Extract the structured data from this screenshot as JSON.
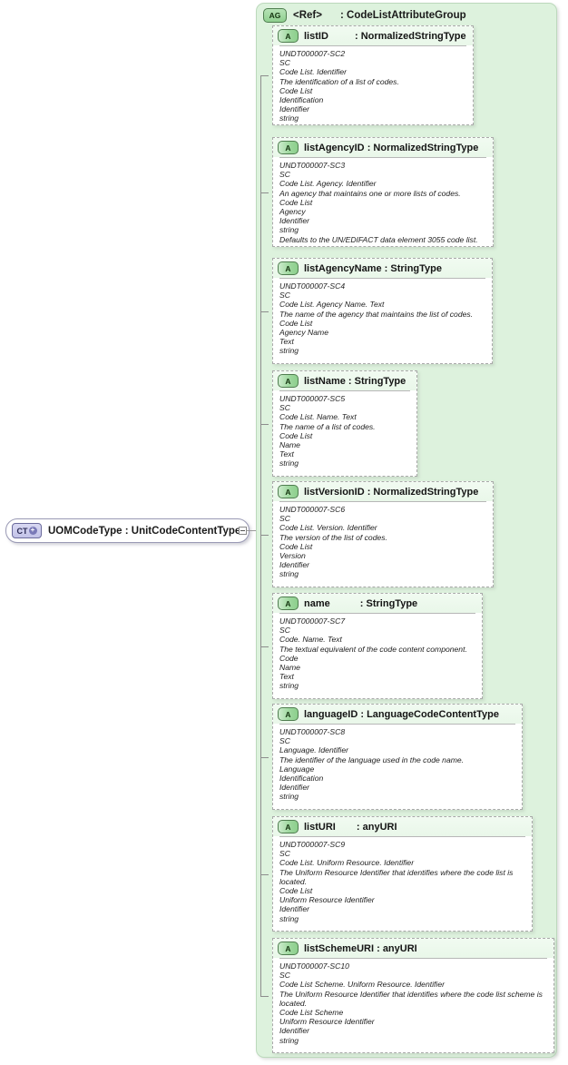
{
  "diagram": {
    "root": {
      "icon": "complex-type-icon",
      "icon_label": "CT",
      "expander": "+",
      "label": "UOMCodeType : UnitCodeContentType"
    },
    "group": {
      "icon": "attribute-group-icon",
      "icon_label": "AG",
      "ref": "<Ref>",
      "separator": ":",
      "type": "CodeListAttributeGroup"
    },
    "attributes": [
      {
        "icon_label": "A",
        "name": "listID",
        "type": "NormalizedStringType",
        "name_pad": 26,
        "lines": [
          "UNDT000007-SC2",
          "SC",
          "Code List. Identifier",
          "The identification of a list of codes.",
          "Code List",
          "Identification",
          "Identifier",
          "string"
        ]
      },
      {
        "icon_label": "A",
        "name": "listAgencyID",
        "type": "NormalizedStringType",
        "name_pad": 0,
        "lines": [
          "UNDT000007-SC3",
          "SC",
          "Code List. Agency. Identifier",
          "An agency that maintains one or more lists of codes.",
          "Code List",
          "Agency",
          "Identifier",
          "string",
          "Defaults to the UN/EDIFACT data element 3055 code list."
        ]
      },
      {
        "icon_label": "A",
        "name": "listAgencyName",
        "type": "StringType",
        "name_pad": 0,
        "lines": [
          "UNDT000007-SC4",
          "SC",
          "Code List. Agency Name. Text",
          "The name of the agency that maintains the list of codes.",
          "Code List",
          "Agency Name",
          "Text",
          "string"
        ]
      },
      {
        "icon_label": "A",
        "name": "listName",
        "type": "StringType",
        "name_pad": 0,
        "lines": [
          "UNDT000007-SC5",
          "SC",
          "Code List. Name. Text",
          "The name of a list of codes.",
          "Code List",
          "Name",
          "Text",
          "string"
        ]
      },
      {
        "icon_label": "A",
        "name": "listVersionID",
        "type": "NormalizedStringType",
        "name_pad": 0,
        "lines": [
          "UNDT000007-SC6",
          "SC",
          "Code List. Version. Identifier",
          "The version of the list of codes.",
          "Code List",
          "Version",
          "Identifier",
          "string"
        ]
      },
      {
        "icon_label": "A",
        "name": "name",
        "type": "StringType",
        "name_pad": 30,
        "lines": [
          "UNDT000007-SC7",
          "SC",
          "Code. Name. Text",
          "The textual equivalent of the code content component.",
          "Code",
          "Name",
          "Text",
          "string"
        ]
      },
      {
        "icon_label": "A",
        "name": "languageID",
        "type": "LanguageCodeContentType",
        "name_pad": 0,
        "lines": [
          "UNDT000007-SC8",
          "SC",
          "Language. Identifier",
          "The identifier of the language used in the code name.",
          "Language",
          "Identification",
          "Identifier",
          "string"
        ]
      },
      {
        "icon_label": "A",
        "name": "listURI",
        "type": "anyURI",
        "name_pad": 20,
        "lines": [
          "UNDT000007-SC9",
          "SC",
          "Code List. Uniform Resource. Identifier",
          "The Uniform Resource Identifier that identifies where the code list is located.",
          "Code List",
          "Uniform Resource Identifier",
          "Identifier",
          "string"
        ]
      },
      {
        "icon_label": "A",
        "name": "listSchemeURI",
        "type": "anyURI",
        "name_pad": 0,
        "lines": [
          "UNDT000007-SC10",
          "SC",
          "Code List Scheme. Uniform Resource. Identifier",
          "The Uniform Resource Identifier that identifies where the code list scheme is located.",
          "Code List Scheme",
          "Uniform Resource Identifier",
          "Identifier",
          "string"
        ]
      }
    ],
    "colors": {
      "group_fill": "#ddf2dd",
      "group_border": "#bcd9bc",
      "box_fill": "#ffffff",
      "box_border": "#a9a9a9",
      "root_border": "#9a9ab5",
      "ct_icon_fill": "#d0d0ec",
      "a_icon_fill": "#9fd89f",
      "connector": "#8d8d8d"
    }
  }
}
